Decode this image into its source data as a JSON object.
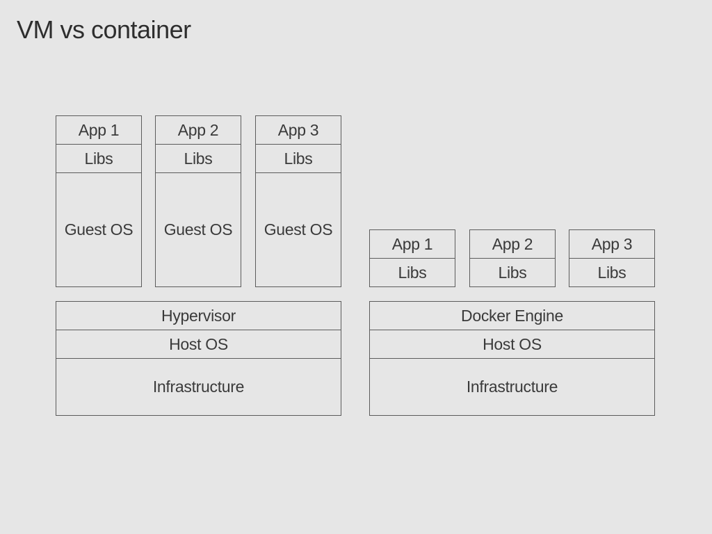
{
  "title": "VM vs container",
  "vm": {
    "stacks": [
      {
        "app": "App 1",
        "libs": "Libs",
        "guest_os": "Guest OS"
      },
      {
        "app": "App 2",
        "libs": "Libs",
        "guest_os": "Guest OS"
      },
      {
        "app": "App 3",
        "libs": "Libs",
        "guest_os": "Guest OS"
      }
    ],
    "hypervisor": "Hypervisor",
    "host_os": "Host OS",
    "infrastructure": "Infrastructure"
  },
  "container": {
    "stacks": [
      {
        "app": "App 1",
        "libs": "Libs"
      },
      {
        "app": "App 2",
        "libs": "Libs"
      },
      {
        "app": "App 3",
        "libs": "Libs"
      }
    ],
    "engine": "Docker Engine",
    "host_os": "Host OS",
    "infrastructure": "Infrastructure"
  }
}
